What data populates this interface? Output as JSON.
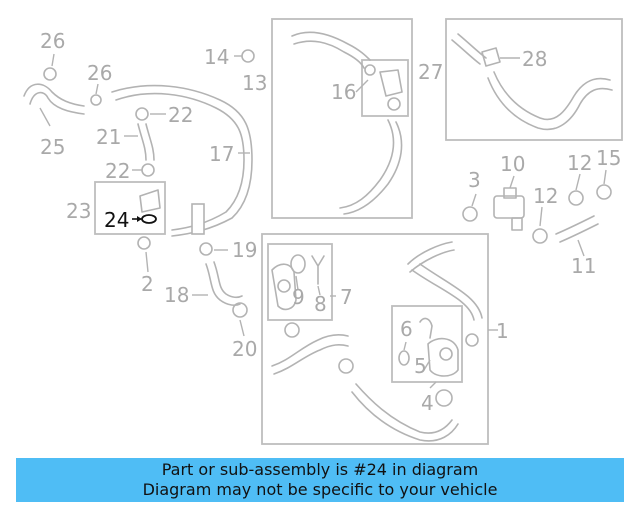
{
  "callouts": {
    "c1": "1",
    "c2": "2",
    "c4": "4",
    "c5": "5",
    "c6": "6",
    "c7": "7",
    "c8": "8",
    "c9": "9",
    "c10": "10",
    "c11": "11",
    "c12a": "12",
    "c12b": "12",
    "c13": "13",
    "c14": "14",
    "c15": "15",
    "c16": "16",
    "c17": "17",
    "c18": "18",
    "c19": "19",
    "c20": "20",
    "c21": "21",
    "c22a": "22",
    "c22b": "22",
    "c23": "23",
    "c24": "24",
    "c25": "25",
    "c26a": "26",
    "c26b": "26",
    "c27": "27",
    "c28": "28",
    "c3": "3"
  },
  "highlighted_part": "24",
  "colors": {
    "banner": "#4fbdf5",
    "part_line": "#b3b3b3",
    "highlight": "#111111"
  },
  "banner": {
    "line1": "Part or sub-assembly is #24 in diagram",
    "line2": "Diagram may not be specific to your vehicle"
  }
}
